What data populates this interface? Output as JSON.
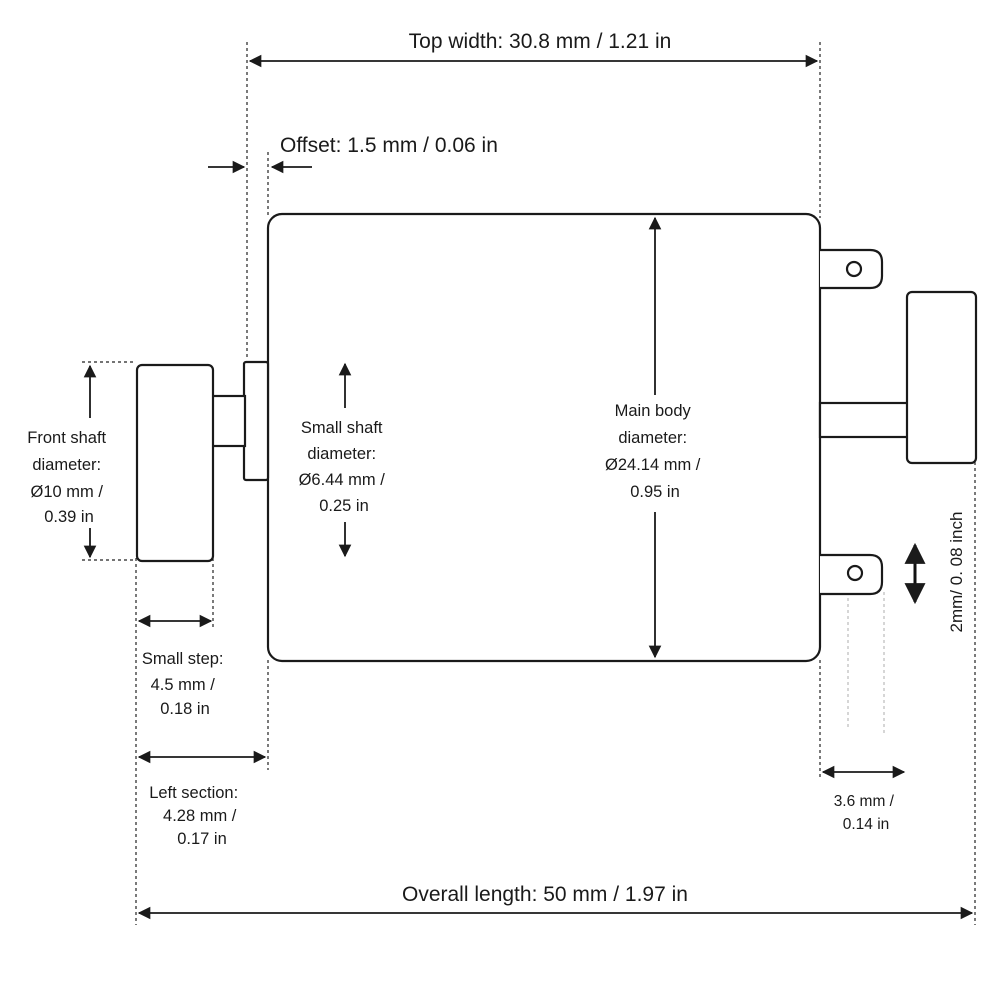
{
  "dimensions": {
    "top_width": "Top width: 30.8 mm / 1.21 in",
    "offset": "Offset: 1.5 mm / 0.06 in",
    "front_shaft": [
      "Front shaft",
      "diameter:",
      "Ø10 mm /",
      "0.39 in"
    ],
    "small_shaft": [
      "Small shaft",
      "diameter:",
      "Ø6.44 mm /",
      "0.25 in"
    ],
    "main_body": [
      "Main body",
      "diameter:",
      "Ø24.14 mm /",
      "0.95 in"
    ],
    "small_step": [
      "Small step:",
      "4.5 mm /",
      "0.18 in"
    ],
    "left_section": [
      "Left section:",
      "4.28 mm /",
      "0.17 in"
    ],
    "terminal_width": [
      "3.6 mm /",
      "0.14 in"
    ],
    "terminal_gap": "2mm/ 0. 08 inch",
    "overall_length": "Overall length: 50 mm / 1.97 in"
  }
}
